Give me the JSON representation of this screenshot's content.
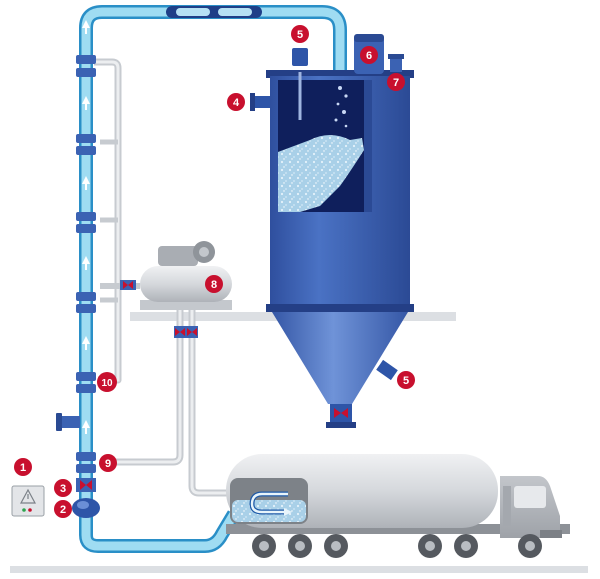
{
  "colors": {
    "marker": "#c8102e",
    "pipe_blue": "#8fd3ee",
    "pipe_blue_edge": "#2a8fc7",
    "silo_body": "#3d63b5",
    "silo_dark": "#1e3a8a",
    "grey_line": "#d4d7dc",
    "truck_grey": "#c9ccd1"
  },
  "markers": [
    {
      "id": "m1",
      "text": "1"
    },
    {
      "id": "m2",
      "text": "2"
    },
    {
      "id": "m3",
      "text": "3"
    },
    {
      "id": "m4",
      "text": "4"
    },
    {
      "id": "m5a",
      "text": "5"
    },
    {
      "id": "m5b",
      "text": "5"
    },
    {
      "id": "m6",
      "text": "6"
    },
    {
      "id": "m7",
      "text": "7"
    },
    {
      "id": "m8",
      "text": "8"
    },
    {
      "id": "m9",
      "text": "9"
    },
    {
      "id": "m10",
      "text": "10"
    }
  ],
  "icons": {
    "control_panel": "warning-triangle-icon",
    "valve": "bowtie-valve-icon",
    "flow": "arrow-up-icon"
  }
}
